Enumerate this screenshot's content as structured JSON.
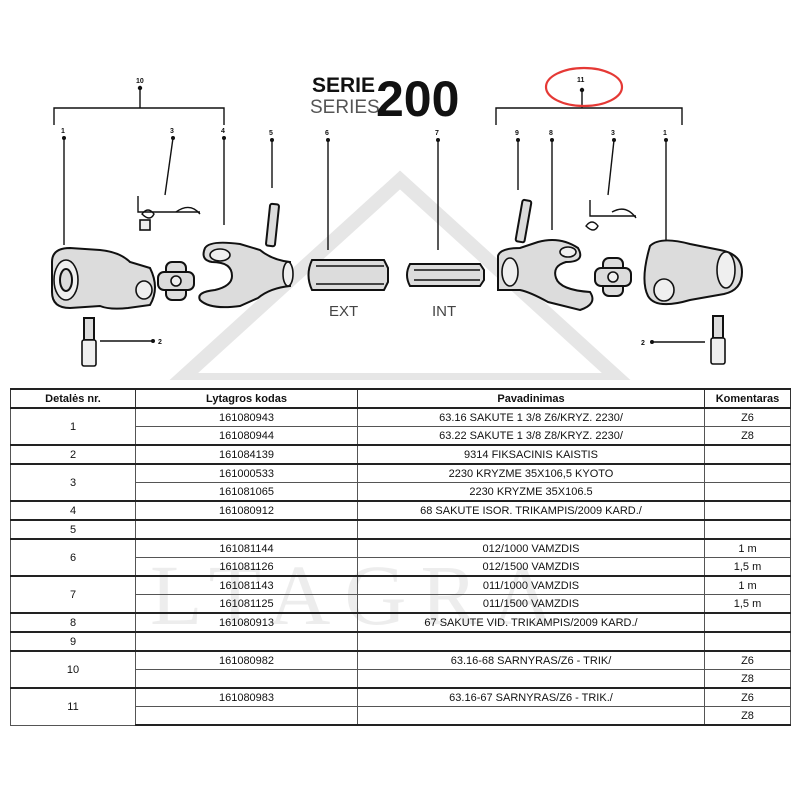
{
  "title": {
    "serie": "SERIE",
    "series": "SERIES",
    "number": "200"
  },
  "callouts": [
    "10",
    "1",
    "3",
    "4",
    "5",
    "6",
    "7",
    "9",
    "8",
    "3",
    "1",
    "11",
    "2",
    "2"
  ],
  "tube_labels": {
    "ext": "EXT",
    "int": "INT"
  },
  "watermark": "LTAGRA",
  "highlight_color": "#e53935",
  "table": {
    "headers": [
      "Detalės nr.",
      "Lytagros kodas",
      "Pavadinimas",
      "Komentaras"
    ],
    "groups": [
      {
        "detail": "1",
        "rows": [
          {
            "code": "161080943",
            "name": "63.16 SAKUTE 1 3/8 Z6/KRYZ. 2230/",
            "comment": "Z6"
          },
          {
            "code": "161080944",
            "name": "63.22 SAKUTE 1 3/8  Z8/KRYZ. 2230/",
            "comment": "Z8"
          }
        ]
      },
      {
        "detail": "2",
        "rows": [
          {
            "code": "161084139",
            "name": "9314 FIKSACINIS KAISTIS",
            "comment": ""
          }
        ]
      },
      {
        "detail": "3",
        "rows": [
          {
            "code": "161000533",
            "name": "2230 KRYZME 35X106,5 KYOTO",
            "comment": ""
          },
          {
            "code": "161081065",
            "name": "2230 KRYZME 35X106.5",
            "comment": ""
          }
        ]
      },
      {
        "detail": "4",
        "rows": [
          {
            "code": "161080912",
            "name": "68 SAKUTE ISOR. TRIKAMPIS/2009 KARD./",
            "comment": ""
          }
        ]
      },
      {
        "detail": "5",
        "rows": [
          {
            "code": "",
            "name": "",
            "comment": ""
          }
        ]
      },
      {
        "detail": "6",
        "rows": [
          {
            "code": "161081144",
            "name": "012/1000 VAMZDIS",
            "comment": "1 m"
          },
          {
            "code": "161081126",
            "name": "012/1500 VAMZDIS",
            "comment": "1,5 m"
          }
        ]
      },
      {
        "detail": "7",
        "rows": [
          {
            "code": "161081143",
            "name": "011/1000 VAMZDIS",
            "comment": "1 m"
          },
          {
            "code": "161081125",
            "name": "011/1500 VAMZDIS",
            "comment": "1,5 m"
          }
        ]
      },
      {
        "detail": "8",
        "rows": [
          {
            "code": "161080913",
            "name": "67 SAKUTE VID. TRIKAMPIS/2009 KARD./",
            "comment": ""
          }
        ]
      },
      {
        "detail": "9",
        "rows": [
          {
            "code": "",
            "name": "",
            "comment": ""
          }
        ]
      },
      {
        "detail": "10",
        "rows": [
          {
            "code": "161080982",
            "name": "63.16-68 SARNYRAS/Z6 - TRIK/",
            "comment": "Z6"
          },
          {
            "code": "",
            "name": "",
            "comment": "Z8"
          }
        ]
      },
      {
        "detail": "11",
        "rows": [
          {
            "code": "161080983",
            "name": "63.16-67 SARNYRAS/Z6 - TRIK./",
            "comment": "Z6"
          },
          {
            "code": "",
            "name": "",
            "comment": "Z8"
          }
        ]
      }
    ]
  }
}
